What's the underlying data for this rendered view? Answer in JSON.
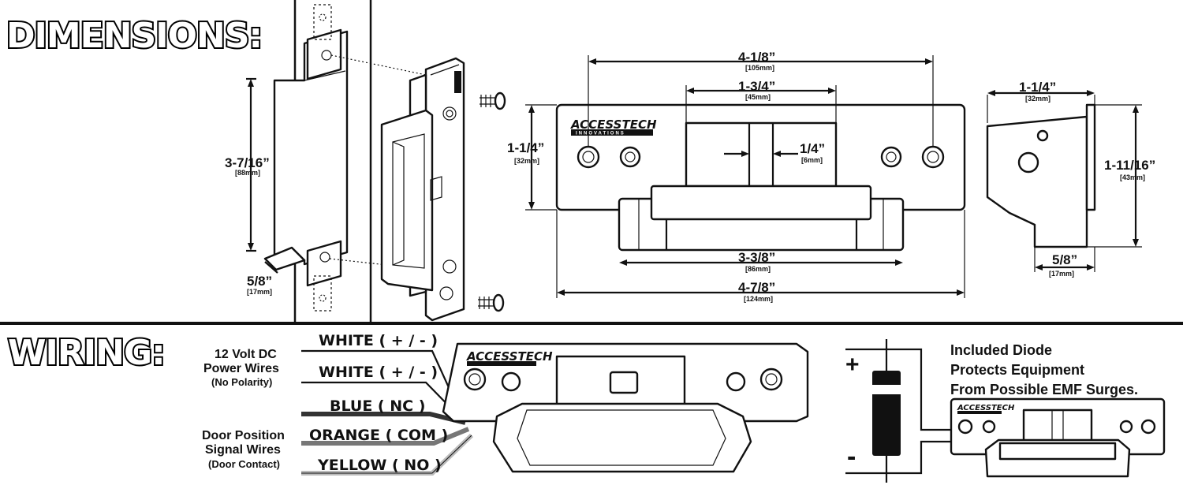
{
  "sections": {
    "dimensions_title": "DIMENSIONS:",
    "wiring_title": "WIRING:"
  },
  "brand": {
    "name": "ACCESSTECH",
    "sub": "INNOVATIONS"
  },
  "dimensions": {
    "side_height": {
      "imperial": "3-7/16”",
      "metric": "[88mm]"
    },
    "side_depth": {
      "imperial": "5/8”",
      "metric": "[17mm]"
    },
    "front_hole_span": {
      "imperial": "4-1/8”",
      "metric": "[105mm]"
    },
    "front_keeper_width": {
      "imperial": "1-3/4”",
      "metric": "[45mm]"
    },
    "front_faceplate_height": {
      "imperial": "1-1/4”",
      "metric": "[32mm]"
    },
    "front_slot_width": {
      "imperial": "1/4”",
      "metric": "[6mm]"
    },
    "front_body_width": {
      "imperial": "3-3/8”",
      "metric": "[86mm]"
    },
    "front_overall_width": {
      "imperial": "4-7/8”",
      "metric": "[124mm]"
    },
    "profile_width": {
      "imperial": "1-1/4”",
      "metric": "[32mm]"
    },
    "profile_height": {
      "imperial": "1-11/16”",
      "metric": "[43mm]"
    },
    "profile_depth": {
      "imperial": "5/8”",
      "metric": "[17mm]"
    }
  },
  "wiring": {
    "power_group": [
      "12 Volt DC",
      "Power Wires",
      "(No Polarity)"
    ],
    "signal_group": [
      "Door Position",
      "Signal Wires",
      "(Door Contact)"
    ],
    "wires": [
      {
        "label": "WHITE ( + / - )",
        "color": "#ffffff"
      },
      {
        "label": "WHITE ( + / - )",
        "color": "#ffffff"
      },
      {
        "label": "BLUE ( NC )",
        "color": "#333333"
      },
      {
        "label": "ORANGE ( COM )",
        "color": "#777777"
      },
      {
        "label": "YELLOW ( NO )",
        "color": "#bbbbbb"
      }
    ]
  },
  "diode": {
    "plus": "+",
    "minus": "-",
    "caption": [
      "Included Diode",
      "Protects Equipment",
      "From Possible EMF Surges."
    ]
  }
}
